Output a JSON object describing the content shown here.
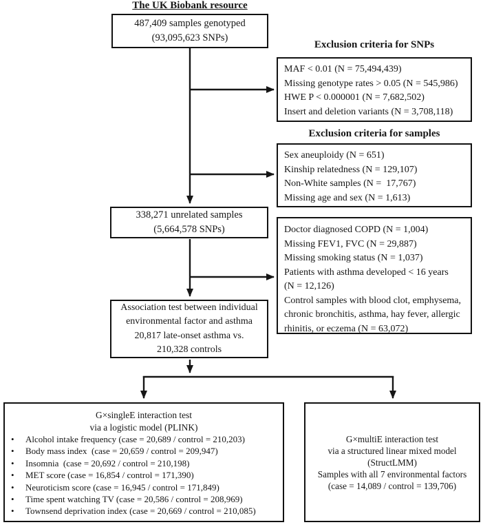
{
  "colors": {
    "background": "#ffffff",
    "border": "#111111",
    "text": "#161616",
    "arrow": "#161616"
  },
  "bullet_char": "•",
  "title": "The UK Biobank resource",
  "genotyped": {
    "lines": [
      "487,409 samples genotyped",
      "(93,095,623 SNPs)"
    ]
  },
  "snp_exclusion": {
    "title": "Exclusion criteria for SNPs",
    "lines": [
      "MAF < 0.01 (N = 75,494,439)",
      "Missing genotype rates > 0.05 (N = 545,986)",
      "HWE P < 0.000001 (N = 7,682,502)",
      "Insert and deletion variants (N = 3,708,118)"
    ]
  },
  "sample_exclusion": {
    "title": "Exclusion criteria for samples",
    "lines": [
      "Sex aneuploidy (N = 651)",
      "Kinship relatedness (N = 129,107)",
      "Non-White samples (N =  17,767)",
      "Missing age and sex (N = 1,613)"
    ]
  },
  "unrelated": {
    "lines": [
      "338,271 unrelated samples",
      "(5,664,578 SNPs)"
    ]
  },
  "copd_exclusion": {
    "lines": [
      "Doctor diagnosed COPD (N = 1,004)",
      "Missing FEV1, FVC (N = 29,887)",
      "Missing smoking status (N = 1,037)",
      "Patients with asthma developed < 16 years",
      "(N = 12,126)",
      "Control samples with blood clot, emphysema,",
      "chronic bronchitis, asthma, hay fever, allergic",
      "rhinitis, or eczema (N = 63,072)"
    ]
  },
  "association": {
    "lines": [
      "Association test between individual",
      "environmental factor and asthma",
      "20,817 late-onset asthma vs.",
      "210,328 controls"
    ]
  },
  "single_e": {
    "header": [
      "G×singleE interaction test",
      "via a logistic model (PLINK)"
    ],
    "bullets": [
      "Alcohol intake frequency (case = 20,689 / control = 210,203)",
      "Body mass index  (case = 20,659 / control = 209,947)",
      "Insomnia  (case = 20,692 / control = 210,198)",
      "MET score (case = 16,854 / control = 171,390)",
      "Neuroticism score (case = 16,945 / control = 171,849)",
      "Time spent watching TV (case = 20,586 / control = 208,969)",
      "Townsend deprivation index (case = 20,669 / control = 210,085)"
    ]
  },
  "multi_e": {
    "lines": [
      "G×multiE interaction test",
      "via a structured linear mixed model",
      "(StructLMM)",
      "Samples with all 7 environmental factors",
      "(case = 14,089 / control = 139,706)"
    ]
  }
}
